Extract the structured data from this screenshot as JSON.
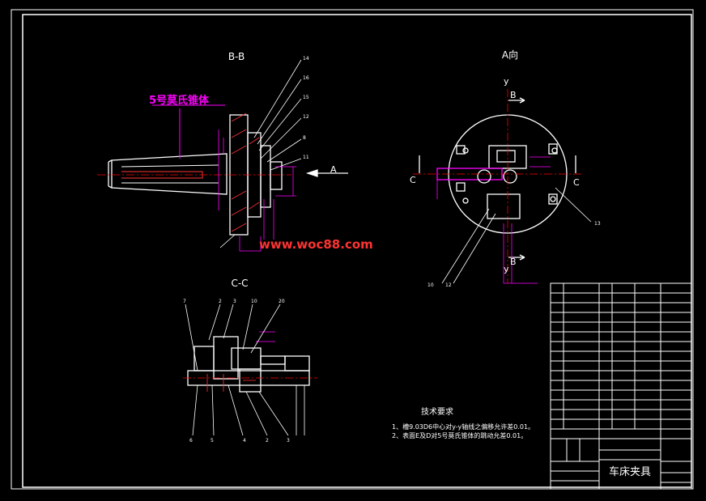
{
  "views": {
    "bb_title": "B-B",
    "a_title": "A向",
    "cc_title": "C-C",
    "section_b": "B",
    "section_c": "C",
    "dir_a": "A",
    "axis_y": "y"
  },
  "annotations": {
    "morse_taper": "5号莫氏锥体",
    "watermark": "www.woc88.com"
  },
  "bb_part_numbers": [
    "14",
    "16",
    "15",
    "12",
    "8",
    "11"
  ],
  "a_part_numbers": [
    "13",
    "10",
    "12"
  ],
  "cc_part_numbers_top": [
    "7",
    "2",
    "3",
    "10",
    "20"
  ],
  "cc_part_numbers_bottom": [
    "6",
    "5",
    "4",
    "2",
    "3"
  ],
  "tech": {
    "title": "技术要求",
    "line1": "1、槽9.03D6中心对y-y轴线之偏移允许差0.01。",
    "line2": "2、表面E及D对5号莫氏锥体的跳动允差0.01。"
  },
  "title_block": {
    "drawing_name": "车床夹具"
  },
  "colors": {
    "line": "#ffffff",
    "dimension": "#ff00ff",
    "hatch": "#ff3333",
    "watermark": "#ff3333",
    "center": "#ff0000"
  }
}
